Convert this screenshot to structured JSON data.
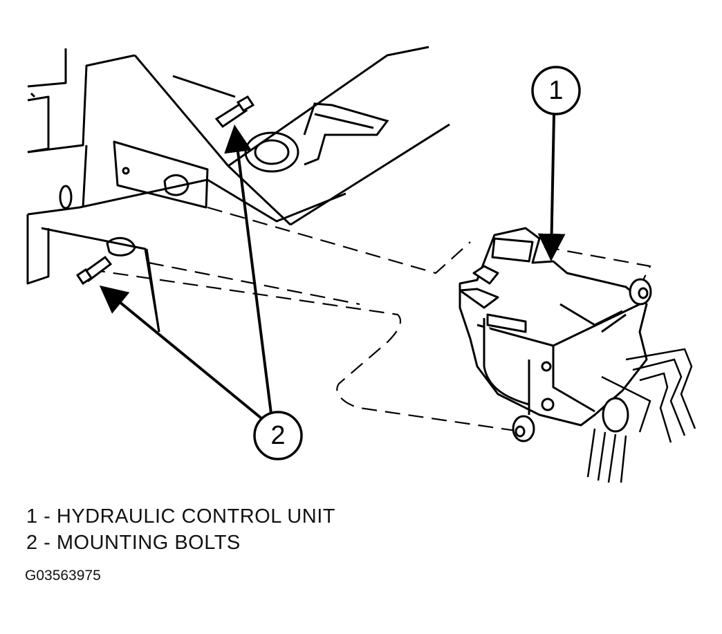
{
  "callouts": [
    {
      "id": "1",
      "label": "1"
    },
    {
      "id": "2",
      "label": "2"
    }
  ],
  "legend": [
    {
      "number": "1",
      "text": "1 - HYDRAULIC CONTROL UNIT"
    },
    {
      "number": "2",
      "text": "2 - MOUNTING BOLTS"
    }
  ],
  "figure_id": "G03563975",
  "colors": {
    "line": "#000000",
    "background": "#ffffff"
  }
}
